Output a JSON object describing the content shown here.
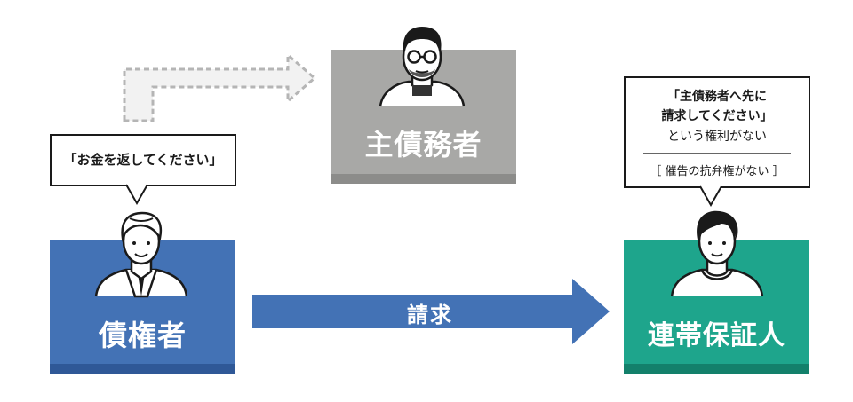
{
  "colors": {
    "creditor": "#4372b5",
    "creditor_shade": "#2f5897",
    "principal": "#a8a8a6",
    "principal_shade": "#8c8c8a",
    "guarantor": "#1ea58c",
    "guarantor_shade": "#13806b",
    "claim_arrow": "#4372b5"
  },
  "creditor": {
    "label": "債権者"
  },
  "principal_debtor": {
    "label": "主債務者"
  },
  "guarantor": {
    "label": "連帯保証人"
  },
  "claim_arrow": {
    "label": "請求"
  },
  "creditor_bubble": {
    "text": "「お金を返してください」"
  },
  "guarantor_bubble": {
    "line1": "「主債務者へ先に",
    "line2": "請求してください」",
    "line3": "という権利がない",
    "note": "［ 催告の抗弁権がない ］"
  },
  "icons": [
    "creditor-person-icon",
    "principal-person-icon",
    "guarantor-person-icon",
    "dashed-arrow-icon"
  ]
}
